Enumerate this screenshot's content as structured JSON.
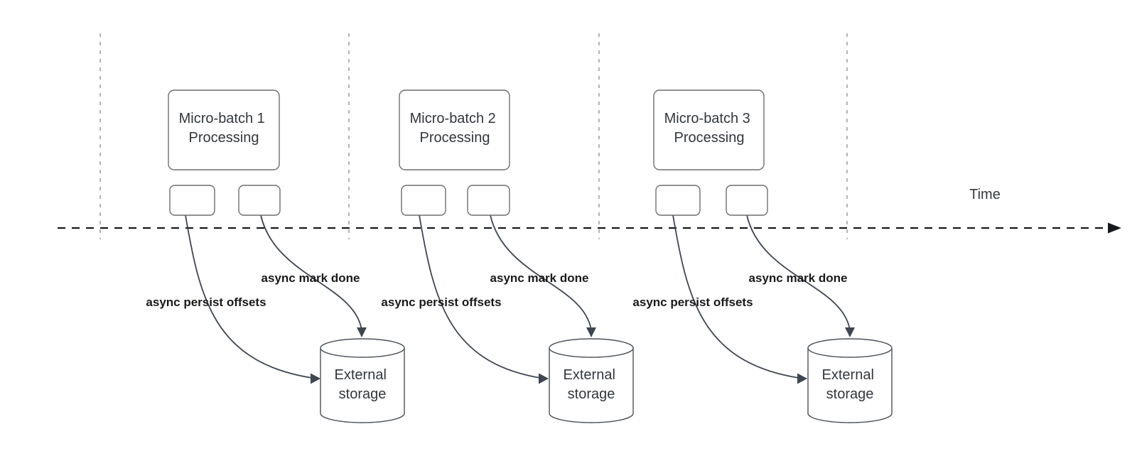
{
  "diagram": {
    "timeline": {
      "label": "Time"
    },
    "sections": [
      {
        "box": {
          "line1": "Micro-batch 1",
          "line2": "Processing"
        },
        "persist_label": "async persist offsets",
        "mark_done_label": "async mark done",
        "storage": {
          "line1": "External",
          "line2": "storage"
        }
      },
      {
        "box": {
          "line1": "Micro-batch 2",
          "line2": "Processing"
        },
        "persist_label": "async persist offsets",
        "mark_done_label": "async mark done",
        "storage": {
          "line1": "External",
          "line2": "storage"
        }
      },
      {
        "box": {
          "line1": "Micro-batch 3",
          "line2": "Processing"
        },
        "persist_label": "async persist offsets",
        "mark_done_label": "async mark done",
        "storage": {
          "line1": "External",
          "line2": "storage"
        }
      }
    ],
    "colors": {
      "background": "#ffffff",
      "timeline_axis": "#17191c",
      "interval_guide": "#a6a6a6",
      "shape_border": "#6e6e6e",
      "cylinder_border": "#4d5359",
      "arrow": "#3f4650",
      "shape_text": "#32373c",
      "label_text": "#1a1a1a"
    }
  }
}
